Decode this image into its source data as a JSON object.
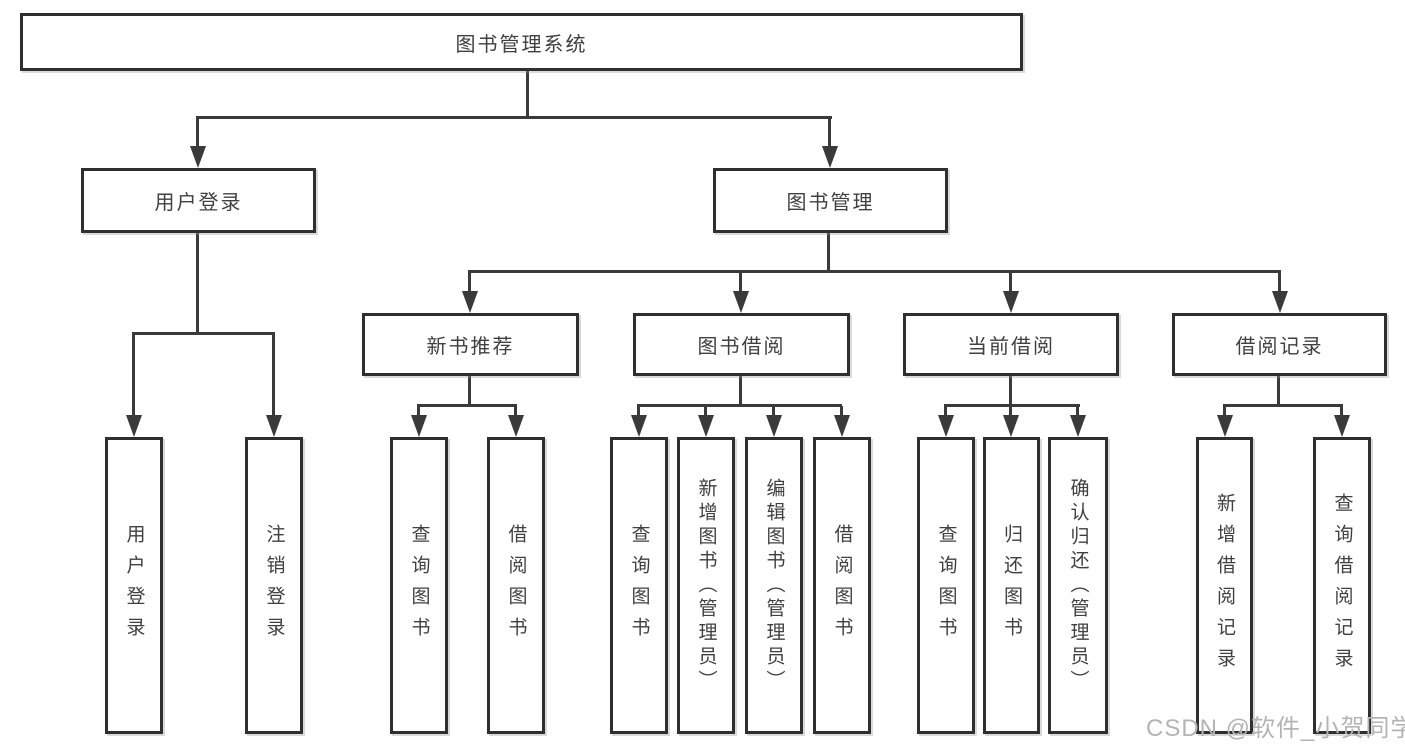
{
  "tree": {
    "label": "图书管理系统",
    "children": [
      {
        "label": "用户登录",
        "children": [
          {
            "label": "用户登录"
          },
          {
            "label": "注销登录"
          }
        ]
      },
      {
        "label": "图书管理",
        "children": [
          {
            "label": "新书推荐",
            "children": [
              {
                "label": "查询图书"
              },
              {
                "label": "借阅图书"
              }
            ]
          },
          {
            "label": "图书借阅",
            "children": [
              {
                "label": "查询图书"
              },
              {
                "label": "新增图书（管理员）"
              },
              {
                "label": "编辑图书（管理员）"
              },
              {
                "label": "借阅图书"
              }
            ]
          },
          {
            "label": "当前借阅",
            "children": [
              {
                "label": "查询图书"
              },
              {
                "label": "归还图书"
              },
              {
                "label": "确认归还（管理员）"
              }
            ]
          },
          {
            "label": "借阅记录",
            "children": [
              {
                "label": "新增借阅记录"
              },
              {
                "label": "查询借阅记录"
              }
            ]
          }
        ]
      }
    ]
  },
  "watermark": {
    "text": "CSDN @软件_小贺同学"
  },
  "colors": {
    "line": "#3a3a3a",
    "node_border": "#2f2f2f",
    "node_text": "#404040",
    "watermark_text": "#b4b4b4",
    "canvas_background": "#ffffff"
  }
}
